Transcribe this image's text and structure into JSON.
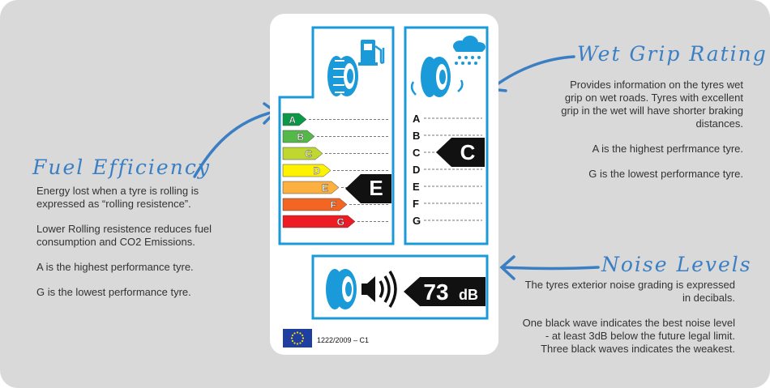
{
  "fuel": {
    "title": "Fuel Efficiency",
    "paragraphs": [
      "Energy lost when a tyre is rolling is expressed as “rolling resistence”.",
      "Lower Rolling resistence reduces fuel consumption and CO2 Emissions.",
      "A is the highest performance tyre.",
      "G is the lowest performance tyre."
    ]
  },
  "wet": {
    "title": "Wet Grip Rating",
    "paragraphs": [
      "Provides information on the tyres wet grip on wet roads. Tyres with excellent grip in the wet will have shorter braking distances.",
      "A is the highest perfrmance tyre.",
      "G is the lowest performance tyre."
    ]
  },
  "noise": {
    "title": "Noise Levels",
    "paragraphs": [
      "The tyres exterior noise grading is expressed in decibals.",
      "One black wave indicates the best noise level - at least 3dB below the future legal limit. Three black waves indicates the weakest."
    ]
  },
  "label": {
    "grades": [
      "A",
      "B",
      "C",
      "D",
      "E",
      "F",
      "G"
    ],
    "fuel_rating": "E",
    "wet_rating": "C",
    "noise_value": "73",
    "noise_unit": "dB",
    "regulation": "1222/2009 – C1",
    "grade_colors": [
      "#0a9a47",
      "#54b948",
      "#bfd730",
      "#fff200",
      "#fbb040",
      "#f26522",
      "#ed1c24"
    ],
    "accent_color": "#1a9ad9"
  }
}
